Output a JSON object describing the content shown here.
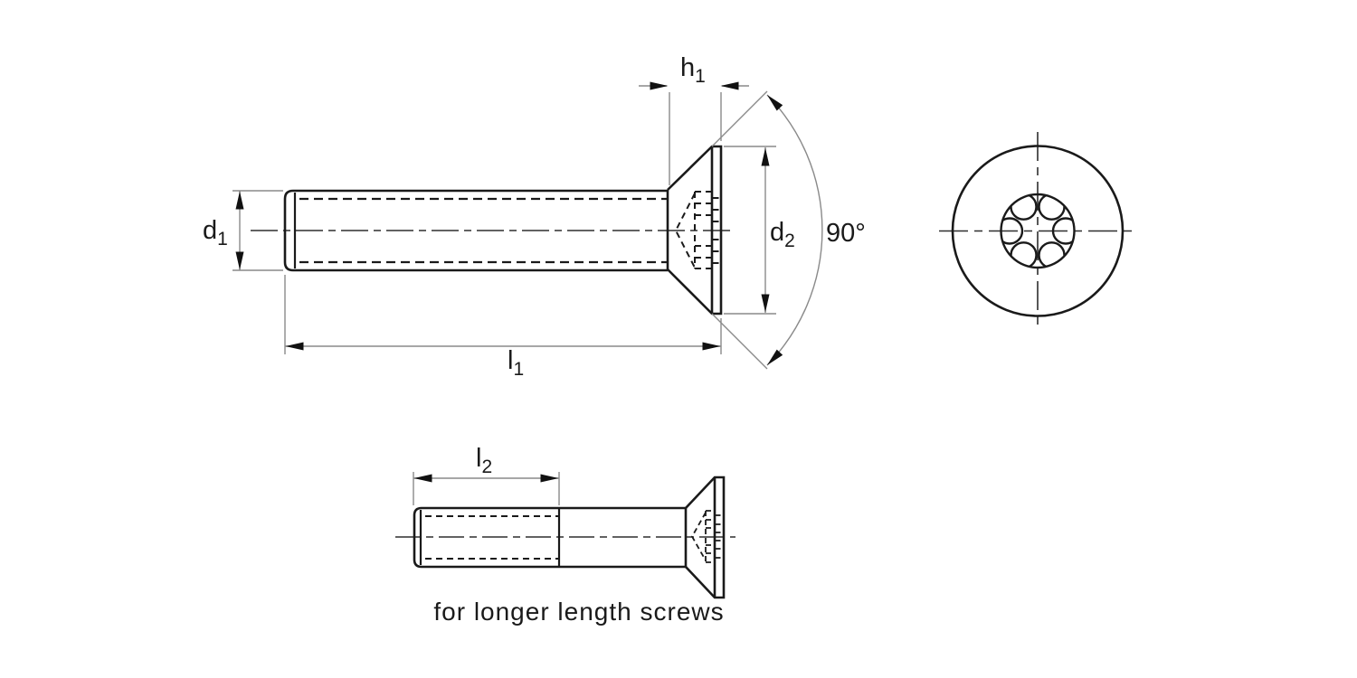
{
  "drawing": {
    "labels": {
      "d1": {
        "base": "d",
        "sub": "1"
      },
      "h1": {
        "base": "h",
        "sub": "1"
      },
      "d2": {
        "base": "d",
        "sub": "2"
      },
      "l1": {
        "base": "l",
        "sub": "1"
      },
      "l2": {
        "base": "l",
        "sub": "2"
      },
      "angle": "90°"
    },
    "caption": "for longer length screws",
    "colors": {
      "ink": "#1a1a1a",
      "dim_line": "#8a8a8a",
      "background": "#ffffff"
    }
  }
}
